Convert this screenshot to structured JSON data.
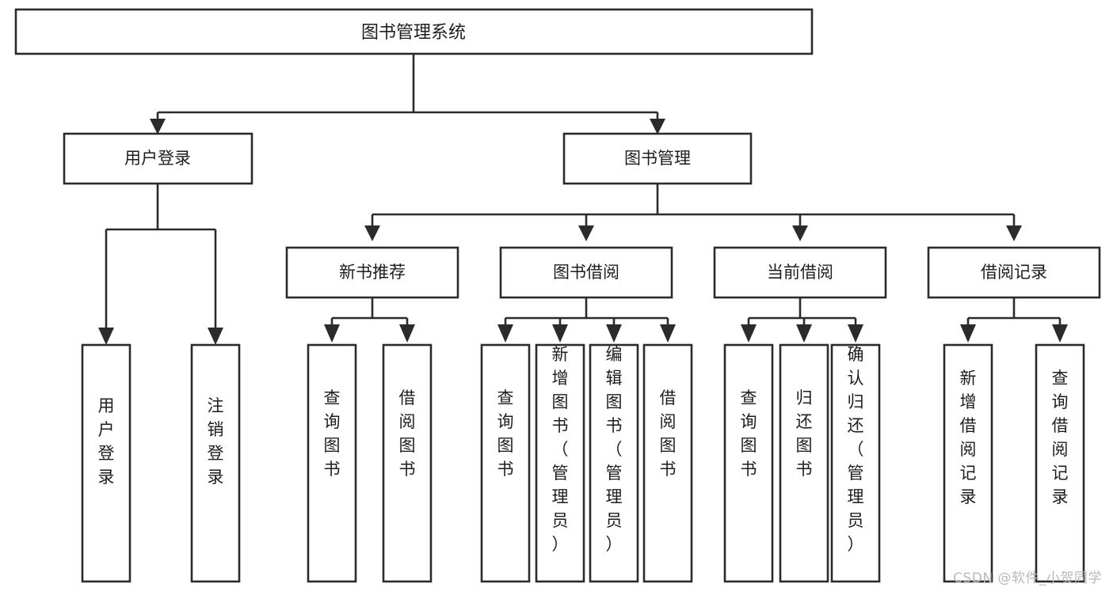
{
  "diagram": {
    "type": "tree-hierarchy",
    "title": "图书管理系统",
    "watermark": "CSDN @软件_小贺同学",
    "colors": {
      "stroke": "#2b2b2b",
      "fill": "#ffffff",
      "text": "#1d1d1d",
      "watermark": "#b9b9b9",
      "background": "#ffffff"
    },
    "root": {
      "id": "root",
      "label": "图书管理系统",
      "orientation": "horizontal"
    },
    "level2": [
      {
        "id": "user-login",
        "label": "用户登录",
        "orientation": "horizontal"
      },
      {
        "id": "book-management",
        "label": "图书管理",
        "orientation": "horizontal"
      }
    ],
    "level3": [
      {
        "id": "new-book-recommend",
        "label": "新书推荐",
        "orientation": "horizontal",
        "parent": "book-management"
      },
      {
        "id": "book-borrow",
        "label": "图书借阅",
        "orientation": "horizontal",
        "parent": "book-management"
      },
      {
        "id": "current-borrow",
        "label": "当前借阅",
        "orientation": "horizontal",
        "parent": "book-management"
      },
      {
        "id": "borrow-record",
        "label": "借阅记录",
        "orientation": "horizontal",
        "parent": "book-management"
      }
    ],
    "leaves": {
      "user-login": [
        {
          "id": "leaf-user-login",
          "label": "用户登录",
          "orientation": "vertical"
        },
        {
          "id": "leaf-user-logout",
          "label": "注销登录",
          "orientation": "vertical"
        }
      ],
      "new-book-recommend": [
        {
          "id": "leaf-query-book-1",
          "label": "查询图书",
          "orientation": "vertical"
        },
        {
          "id": "leaf-borrow-book-1",
          "label": "借阅图书",
          "orientation": "vertical"
        }
      ],
      "book-borrow": [
        {
          "id": "leaf-query-book-2",
          "label": "查询图书",
          "orientation": "vertical"
        },
        {
          "id": "leaf-add-book",
          "label": "新增图书（管理员）",
          "orientation": "vertical"
        },
        {
          "id": "leaf-edit-book",
          "label": "编辑图书（管理员）",
          "orientation": "vertical"
        },
        {
          "id": "leaf-borrow-book-2",
          "label": "借阅图书",
          "orientation": "vertical"
        }
      ],
      "current-borrow": [
        {
          "id": "leaf-query-book-3",
          "label": "查询图书",
          "orientation": "vertical"
        },
        {
          "id": "leaf-return-book",
          "label": "归还图书",
          "orientation": "vertical"
        },
        {
          "id": "leaf-confirm-return",
          "label": "确认归还（管理员）",
          "orientation": "vertical"
        }
      ],
      "borrow-record": [
        {
          "id": "leaf-add-record",
          "label": "新增借阅记录",
          "orientation": "vertical"
        },
        {
          "id": "leaf-query-record",
          "label": "查询借阅记录",
          "orientation": "vertical"
        }
      ]
    }
  }
}
